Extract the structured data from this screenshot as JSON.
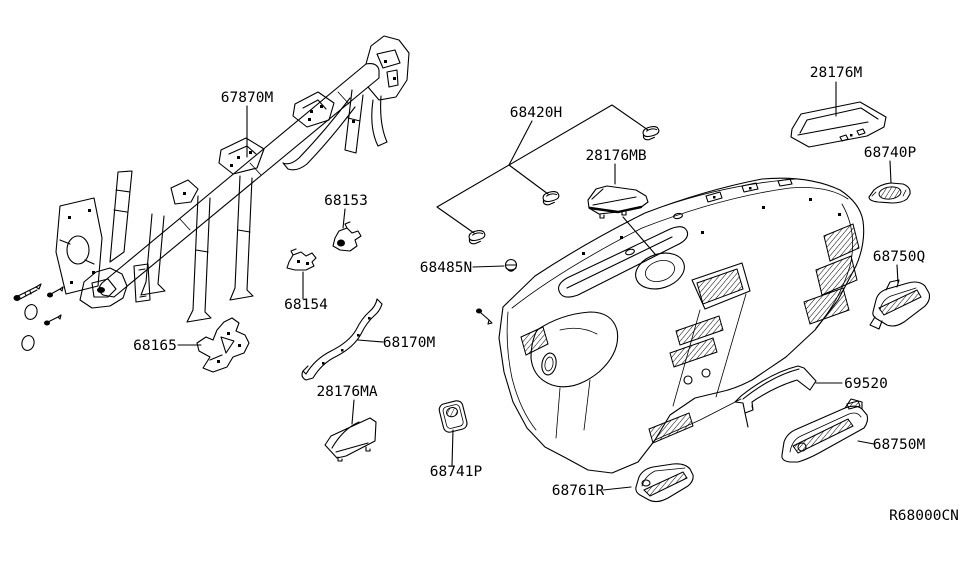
{
  "diagram": {
    "reference_code": "R68000CN",
    "colors": {
      "background": "#ffffff",
      "line": "#000000"
    },
    "part_labels": [
      {
        "id": "67870M",
        "text": "67870M"
      },
      {
        "id": "68420H",
        "text": "68420H"
      },
      {
        "id": "28176M",
        "text": "28176M"
      },
      {
        "id": "28176MB",
        "text": "28176MB"
      },
      {
        "id": "68740P",
        "text": "68740P"
      },
      {
        "id": "68153",
        "text": "68153"
      },
      {
        "id": "68750Q",
        "text": "68750Q"
      },
      {
        "id": "68485N",
        "text": "68485N"
      },
      {
        "id": "68154",
        "text": "68154"
      },
      {
        "id": "68165",
        "text": "68165"
      },
      {
        "id": "68170M",
        "text": "68170M"
      },
      {
        "id": "28176MA",
        "text": "28176MA"
      },
      {
        "id": "69520",
        "text": "69520"
      },
      {
        "id": "68741P",
        "text": "68741P"
      },
      {
        "id": "68750M",
        "text": "68750M"
      },
      {
        "id": "68761R",
        "text": "68761R"
      }
    ]
  }
}
